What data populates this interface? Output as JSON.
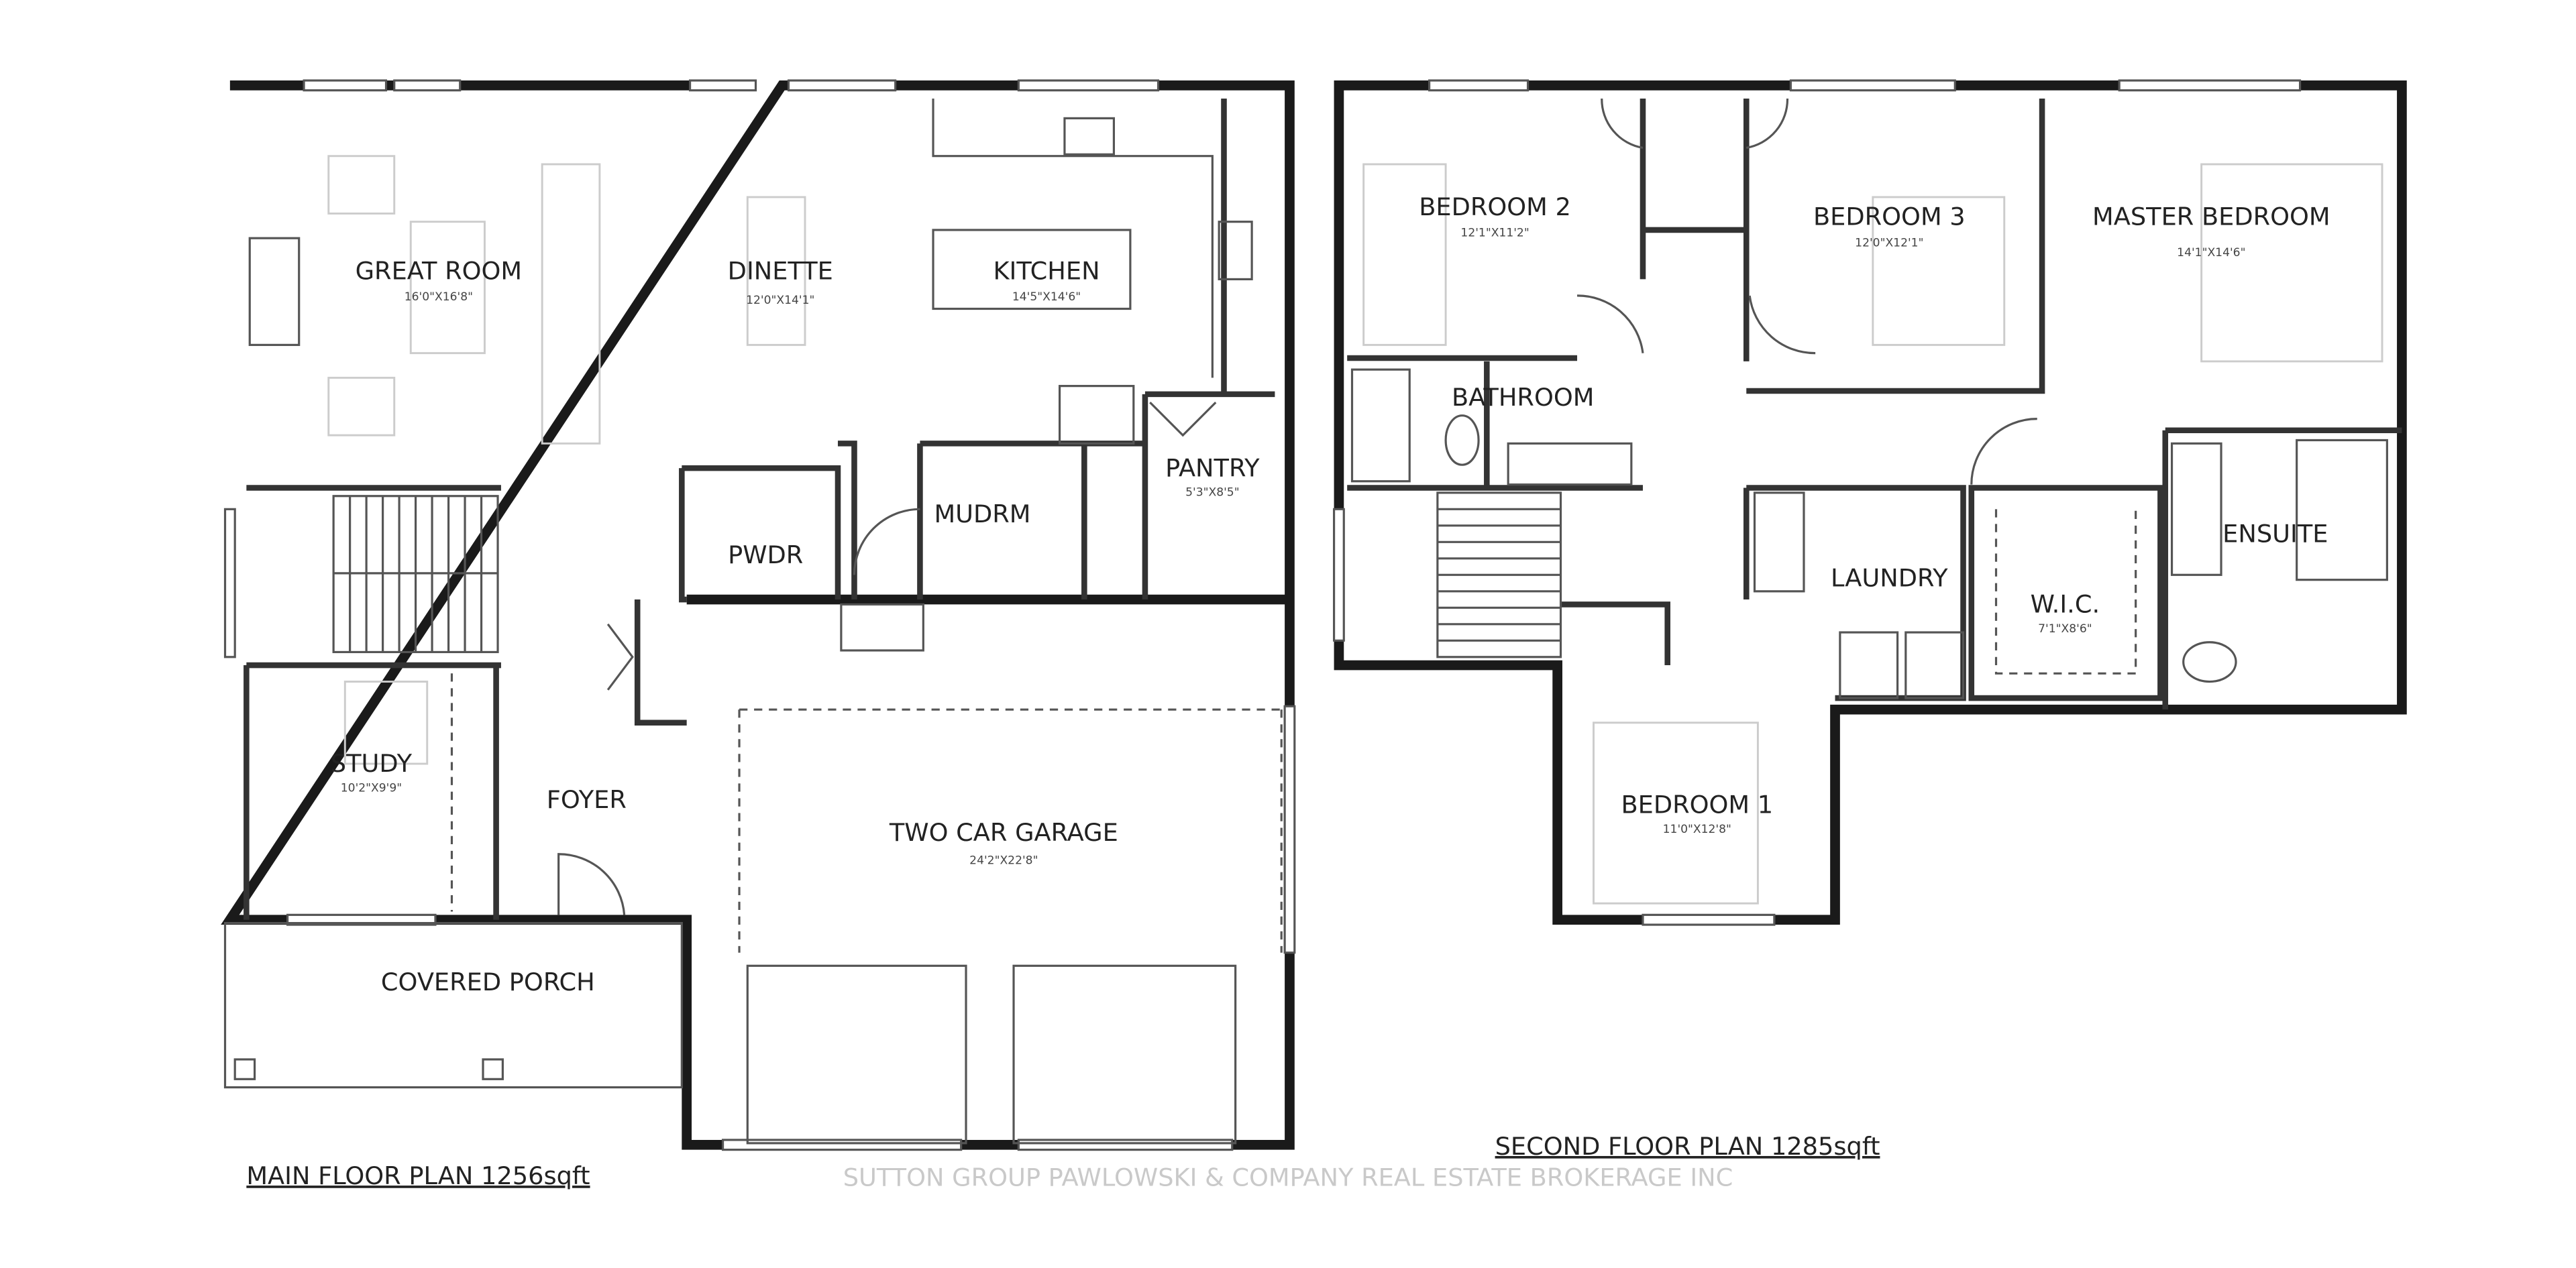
{
  "main_floor": {
    "caption": "MAIN FLOOR PLAN 1256sqft",
    "rooms": [
      {
        "name": "GREAT ROOM",
        "size": "16'0\"X16'8\""
      },
      {
        "name": "DINETTE",
        "size": "12'0\"X14'1\""
      },
      {
        "name": "KITCHEN",
        "size": "14'5\"X14'6\""
      },
      {
        "name": "PANTRY",
        "size": "5'3\"X8'5\""
      },
      {
        "name": "MUDRM",
        "size": ""
      },
      {
        "name": "PWDR",
        "size": ""
      },
      {
        "name": "STUDY",
        "size": "10'2\"X9'9\""
      },
      {
        "name": "FOYER",
        "size": ""
      },
      {
        "name": "TWO CAR GARAGE",
        "size": "24'2\"X22'8\""
      },
      {
        "name": "COVERED PORCH",
        "size": ""
      }
    ]
  },
  "second_floor": {
    "caption": "SECOND FLOOR PLAN 1285sqft",
    "rooms": [
      {
        "name": "BEDROOM 2",
        "size": "12'1\"X11'2\""
      },
      {
        "name": "BEDROOM 3",
        "size": "12'0\"X12'1\""
      },
      {
        "name": "MASTER BEDROOM",
        "size": "14'1\"X14'6\""
      },
      {
        "name": "BATHROOM",
        "size": ""
      },
      {
        "name": "LAUNDRY",
        "size": ""
      },
      {
        "name": "W.I.C.",
        "size": "7'1\"X8'6\""
      },
      {
        "name": "ENSUITE",
        "size": ""
      },
      {
        "name": "BEDROOM 1",
        "size": "11'0\"X12'8\""
      }
    ]
  },
  "watermark": "SUTTON GROUP PAWLOWSKI & COMPANY REAL ESTATE BROKERAGE INC"
}
